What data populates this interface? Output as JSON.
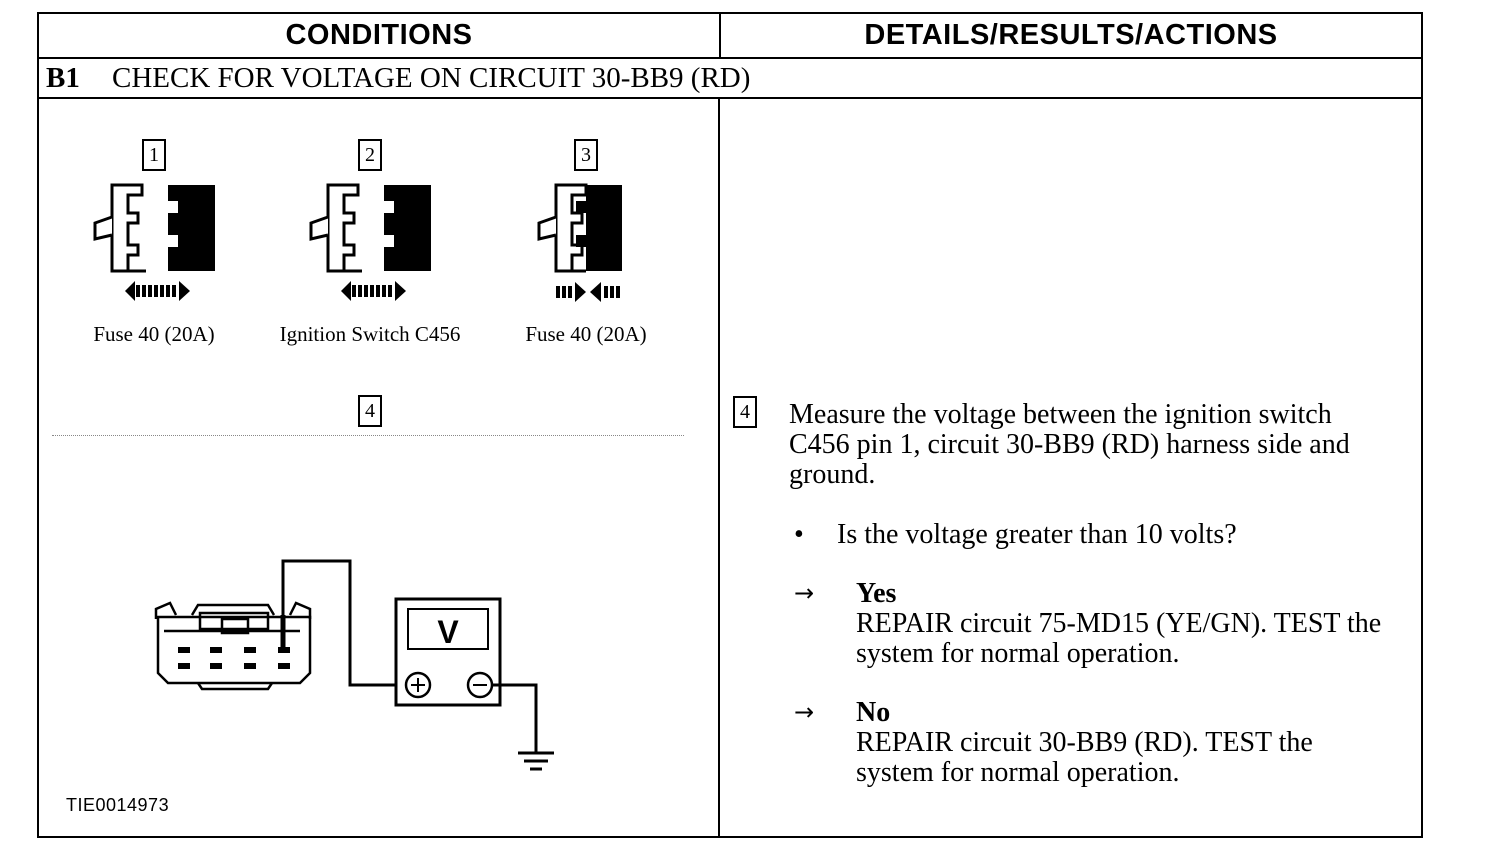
{
  "header": {
    "conditions": "CONDITIONS",
    "details": "DETAILS/RESULTS/ACTIONS"
  },
  "step": {
    "number": "B1",
    "title": "CHECK FOR VOLTAGE ON CIRCUIT 30-BB9 (RD)"
  },
  "figures": {
    "items": [
      {
        "num": "1",
        "caption": "Fuse 40 (20A)",
        "connector_state": "disconnect"
      },
      {
        "num": "2",
        "caption": "Ignition Switch C456",
        "connector_state": "disconnect"
      },
      {
        "num": "3",
        "caption": "Fuse 40 (20A)",
        "connector_state": "connect"
      }
    ],
    "meter_num": "4",
    "meter_label": "V",
    "figure_id": "TIE0014973"
  },
  "details": {
    "step_num": "4",
    "instruction": "Measure the voltage between the ignition switch C456 pin 1, circuit 30-BB9 (RD) harness side and ground.",
    "question": "Is the voltage greater than 10 volts?",
    "bullet": "•",
    "arrow": "→",
    "yes_label": "Yes",
    "yes_action": "REPAIR circuit 75-MD15 (YE/GN). TEST the system for normal operation.",
    "no_label": "No",
    "no_action": "REPAIR circuit 30-BB9 (RD). TEST the system for normal operation."
  }
}
